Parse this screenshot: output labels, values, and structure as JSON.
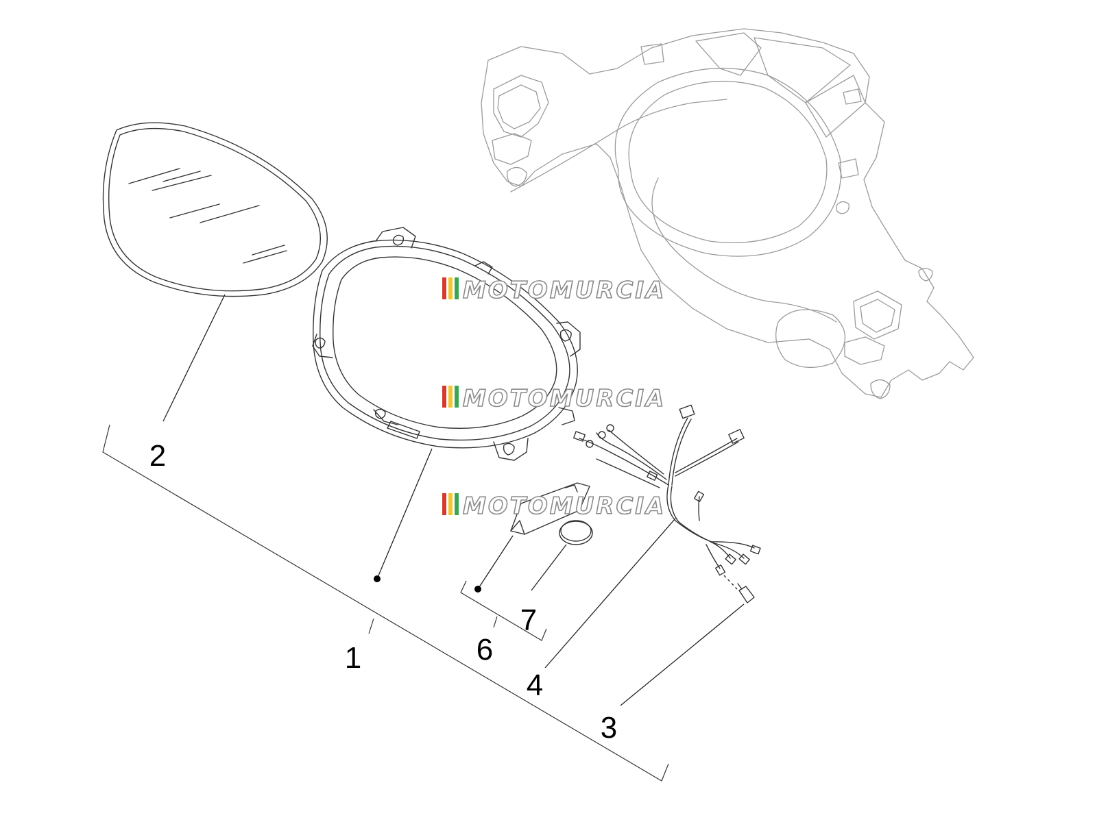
{
  "watermark": {
    "text": "MOTOMURCIA",
    "stripe_colors": [
      "#d63a2f",
      "#f2c531",
      "#3aa655"
    ]
  },
  "callouts": [
    {
      "id": "1",
      "label": "1"
    },
    {
      "id": "2",
      "label": "2"
    },
    {
      "id": "3",
      "label": "3"
    },
    {
      "id": "4",
      "label": "4"
    },
    {
      "id": "6",
      "label": "6"
    },
    {
      "id": "7",
      "label": "7"
    }
  ]
}
